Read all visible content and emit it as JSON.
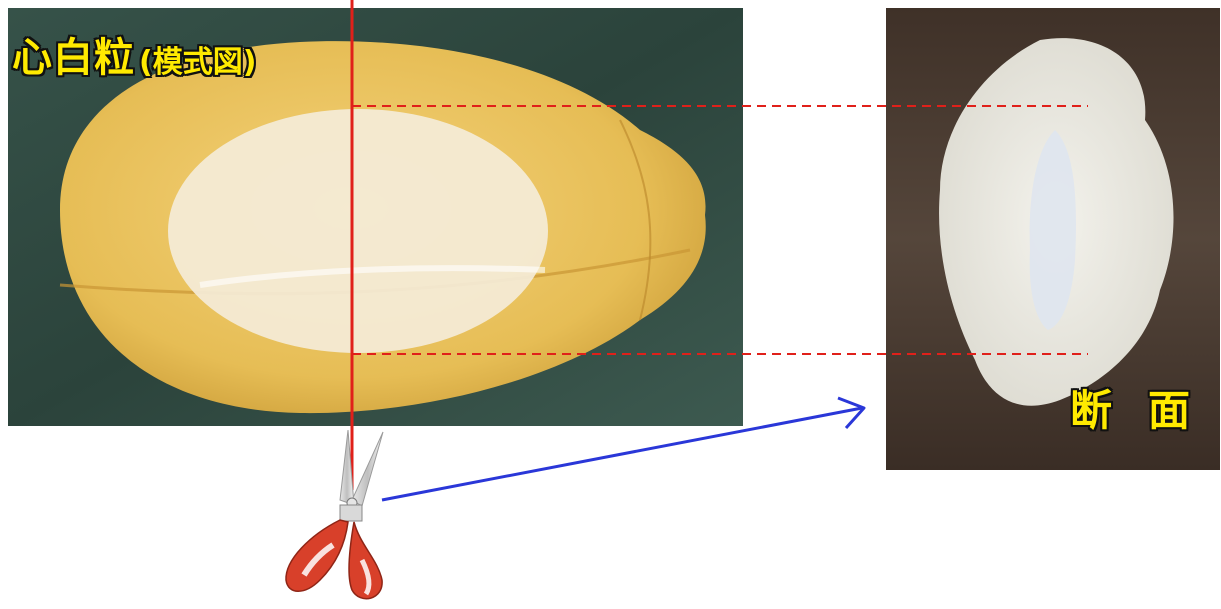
{
  "title": {
    "main": "心白粒",
    "sub": "(模式図)"
  },
  "section_label": {
    "char1": "断",
    "char2": "面"
  },
  "colors": {
    "title_text": "#ffea00",
    "cut_line": "#e0201a",
    "guide_dash": "#e0201a",
    "arrow": "#2a37d8",
    "grain": "#e8c25a",
    "core": "#f4ecd8",
    "photo_bg_left": "#2f4a42",
    "photo_bg_right": "#4a3a30",
    "cross_section": "#ecebe4",
    "scissor_handle": "#d8402a"
  },
  "icons": {
    "cutting_tool": "scissors-icon",
    "direction": "arrow-right-icon"
  }
}
